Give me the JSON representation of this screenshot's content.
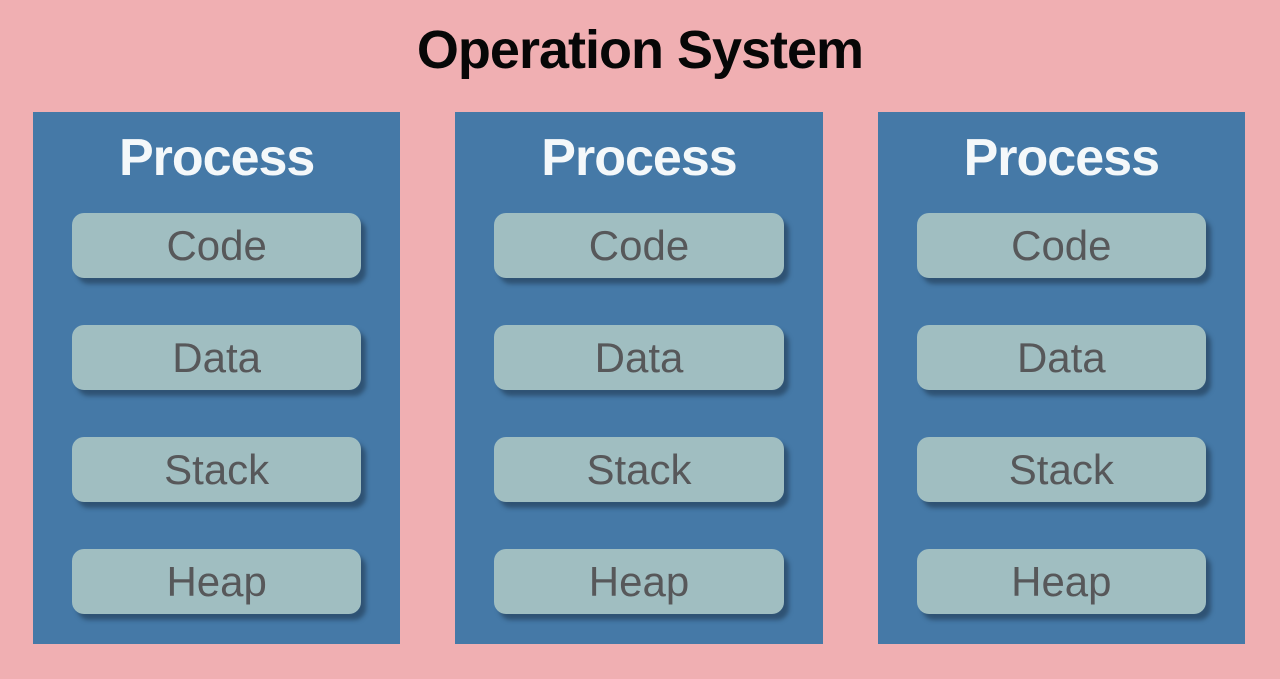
{
  "title": "Operation System",
  "colors": {
    "background": "#f0afb2",
    "process_box": "#4579a7",
    "process_title_text": "#f4f8fa",
    "segment_fill": "#a0bec1",
    "segment_text": "#57585a",
    "segment_shadow": "#1d2d42",
    "title_text": "#070707"
  },
  "processes": [
    {
      "label": "Process",
      "segments": [
        "Code",
        "Data",
        "Stack",
        "Heap"
      ]
    },
    {
      "label": "Process",
      "segments": [
        "Code",
        "Data",
        "Stack",
        "Heap"
      ]
    },
    {
      "label": "Process",
      "segments": [
        "Code",
        "Data",
        "Stack",
        "Heap"
      ]
    }
  ]
}
